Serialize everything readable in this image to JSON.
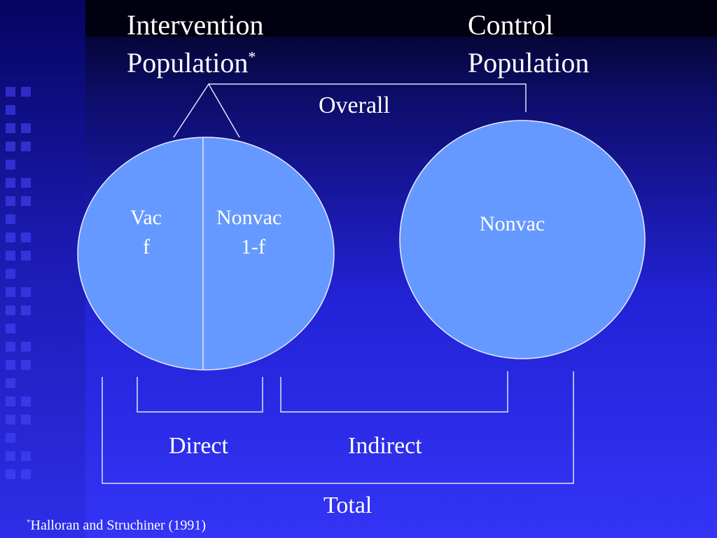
{
  "title_left": {
    "line1": "Intervention",
    "line2": "Population",
    "mark": "*"
  },
  "title_right": {
    "line1": "Control",
    "line2": "Population"
  },
  "overall_label": "Overall",
  "left_circle": {
    "vac_label": "Vac",
    "vac_value": "f",
    "nonvac_label": "Nonvac",
    "nonvac_value": "1-f"
  },
  "right_circle": {
    "nonvac_label": "Nonvac"
  },
  "direct_label": "Direct",
  "indirect_label": "Indirect",
  "total_label": "Total",
  "footnote": {
    "mark": "*",
    "text": "Halloran and Struchiner (1991)"
  },
  "colors": {
    "circle_fill": "#6699ff",
    "line": "#dde4ff",
    "text": "#ffffff"
  }
}
